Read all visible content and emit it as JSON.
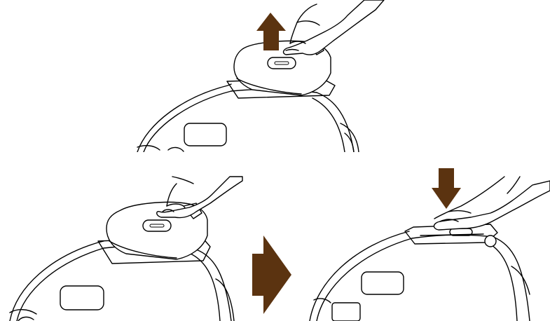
{
  "figure": {
    "panels": [
      {
        "step": "remove-lid",
        "arrow": "up"
      },
      {
        "step": "position-lid",
        "arrow": "none"
      },
      {
        "step": "press-lid-down",
        "arrow": "down"
      }
    ],
    "transition": "right",
    "colors": {
      "arrow": "#5b3310",
      "line": "#000000",
      "background": "#ffffff"
    }
  }
}
